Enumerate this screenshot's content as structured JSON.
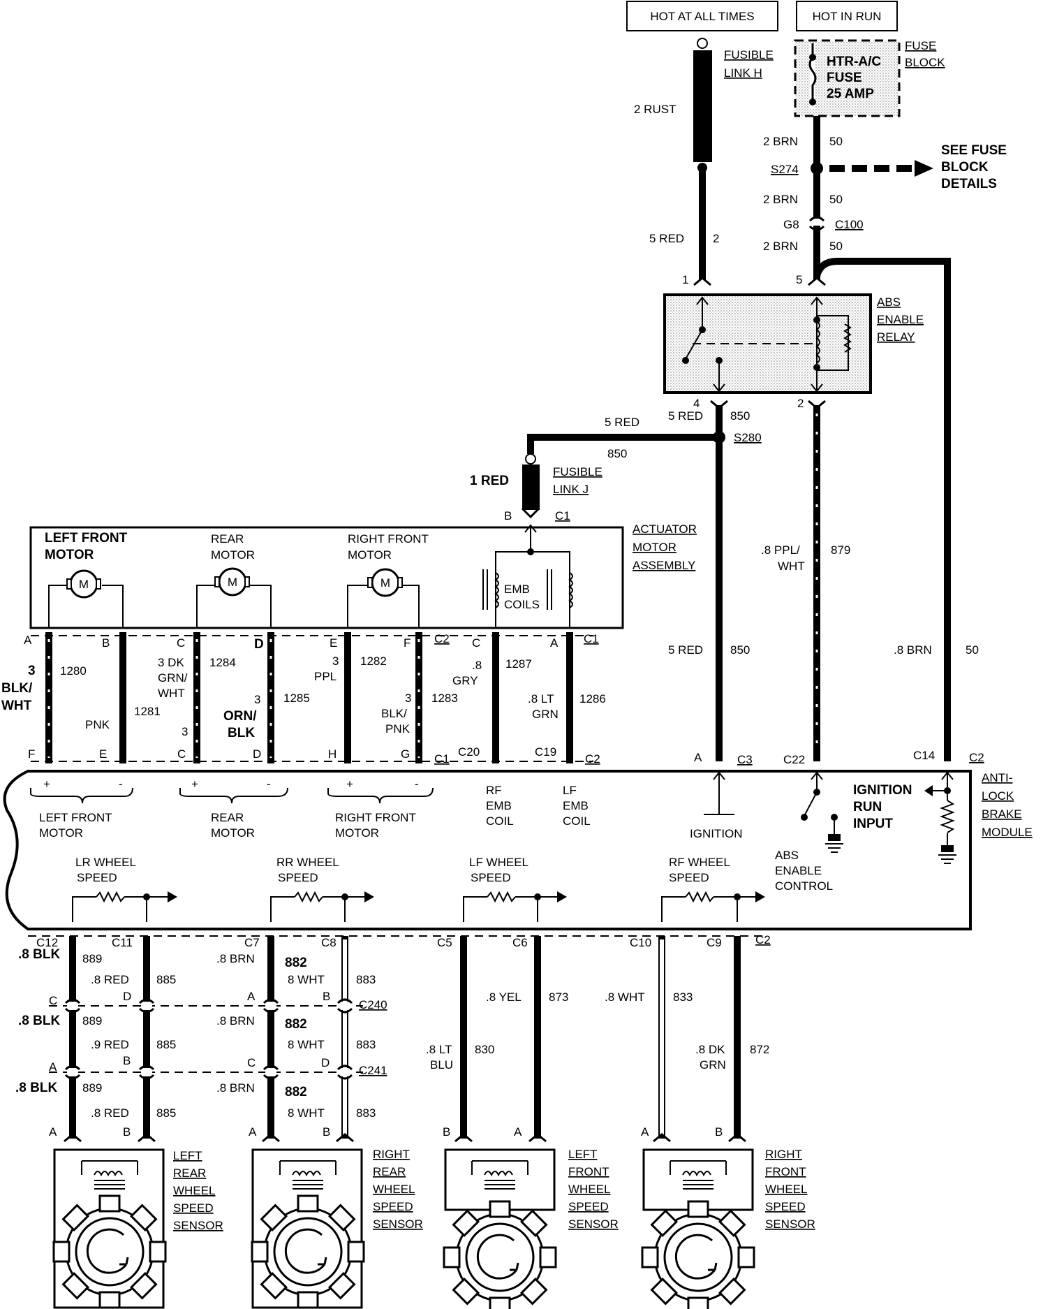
{
  "power": {
    "hot_at_all_times": "HOT AT ALL TIMES",
    "hot_in_run": "HOT IN RUN",
    "fusible_link_h": [
      "FUSIBLE",
      "LINK H"
    ],
    "fuse_block": [
      "FUSE",
      "BLOCK"
    ],
    "fuse": [
      "HTR-A/C",
      "FUSE",
      "25 AMP"
    ],
    "see_fuse_block": [
      "SEE FUSE",
      "BLOCK",
      "DETAILS"
    ],
    "s274": "S274",
    "g8": "G8",
    "c100": "C100",
    "rust": "2 RUST",
    "red5_2": "5 RED",
    "circ2": "2",
    "brn": "2 BRN",
    "circ50": "50"
  },
  "relay": {
    "label": [
      "ABS",
      "ENABLE",
      "RELAY"
    ],
    "pin1": "1",
    "pin5": "5",
    "pin4": "4",
    "pin2": "2"
  },
  "feed": {
    "red5": "5 RED",
    "circ850": "850",
    "s280": "S280",
    "red1": "1 RED",
    "fusible_link_j": [
      "FUSIBLE",
      "LINK J"
    ],
    "pin_b": "B",
    "c1": "C1",
    "ppl_wht": [
      ".8 PPL/",
      "WHT"
    ],
    "circ879": "879",
    "brn8": ".8 BRN"
  },
  "actuator": {
    "label": [
      "ACTUATOR",
      "MOTOR",
      "ASSEMBLY"
    ],
    "left_front": [
      "LEFT FRONT",
      "MOTOR"
    ],
    "rear": [
      "REAR",
      "MOTOR"
    ],
    "right_front": [
      "RIGHT FRONT",
      "MOTOR"
    ],
    "emb": [
      "EMB",
      "COILS"
    ],
    "motor_symbol": "M"
  },
  "motor_wires": {
    "pins_top": [
      "A",
      "B",
      "C",
      "D",
      "E",
      "F",
      "C",
      "A"
    ],
    "conn_top": [
      "C2",
      "C1"
    ],
    "pins_bottom": [
      "F",
      "E",
      "C",
      "D",
      "H",
      "G"
    ],
    "conn_bottom": [
      "C1",
      "C20",
      "C19",
      "C2"
    ],
    "blk_wht": [
      "3",
      "BLK/",
      "WHT"
    ],
    "c1280": "1280",
    "pnk": "PNK",
    "c1281": "1281",
    "dk_grn_wht": [
      "3 DK",
      "GRN/",
      "WHT"
    ],
    "n3": "3",
    "c1284": "1284",
    "orn_blk": [
      "ORN/",
      "BLK"
    ],
    "c1285": "1285",
    "ppl": [
      "3",
      "PPL"
    ],
    "c1282": "1282",
    "blk_pnk": [
      "3",
      "BLK/",
      "PNK"
    ],
    "c1283": "1283",
    "gry": [
      ".8",
      "GRY"
    ],
    "c1287": "1287",
    "lt_grn": [
      ".8 LT",
      "GRN"
    ],
    "c1286": "1286"
  },
  "module": {
    "label": [
      "ANTI-",
      "LOCK",
      "BRAKE",
      "MODULE"
    ],
    "pins": [
      "A",
      "C3",
      "C22",
      "C14",
      "C2"
    ],
    "left_front": [
      "LEFT FRONT",
      "MOTOR"
    ],
    "rear": [
      "REAR",
      "MOTOR"
    ],
    "right_front": [
      "RIGHT FRONT",
      "MOTOR"
    ],
    "rf_emb": [
      "RF",
      "EMB",
      "COIL"
    ],
    "lf_emb": [
      "LF",
      "EMB",
      "COIL"
    ],
    "ignition": "IGNITION",
    "ignition_run": [
      "IGNITION",
      "RUN",
      "INPUT"
    ],
    "abs_enable": [
      "ABS",
      "ENABLE",
      "CONTROL"
    ],
    "plus": "+",
    "minus": "-",
    "lr_speed": [
      "LR WHEEL",
      "SPEED"
    ],
    "rr_speed": [
      "RR WHEEL",
      "SPEED"
    ],
    "lf_speed": [
      "LF WHEEL",
      "SPEED"
    ],
    "rf_speed": [
      "RF WHEEL",
      "SPEED"
    ]
  },
  "sensor_wires": {
    "conn": [
      "C12",
      "C11",
      "C7",
      "C8",
      "C5",
      "C6",
      "C10",
      "C9",
      "C2"
    ],
    "blk": ".8 BLK",
    "red": ".8 RED",
    "red_b": ".9 RED",
    "brn": ".8 BRN",
    "brn_b": ".8 BRN",
    "wht": ".8 WHT",
    "wht_b": "8 WHT",
    "c889": "889",
    "c885": "885",
    "c882": "882",
    "c883": "883",
    "yel": ".8 YEL",
    "c873": "873",
    "wht8": ".8 WHT",
    "c833": "833",
    "lt_blu": [
      ".8 LT",
      "BLU"
    ],
    "c830": "830",
    "dk_grn": [
      ".8 DK",
      "GRN"
    ],
    "c872": "872",
    "c240": "C240",
    "c241": "C241",
    "pin_c": "C",
    "pin_d": "D",
    "pin_a": "A",
    "pin_b": "B"
  },
  "sensors": {
    "lr": [
      "LEFT",
      "REAR",
      "WHEEL",
      "SPEED",
      "SENSOR"
    ],
    "rr": [
      "RIGHT",
      "REAR",
      "WHEEL",
      "SPEED",
      "SENSOR"
    ],
    "lf": [
      "LEFT",
      "FRONT",
      "WHEEL",
      "SPEED",
      "SENSOR"
    ],
    "rf": [
      "RIGHT",
      "FRONT",
      "WHEEL",
      "SPEED",
      "SENSOR"
    ]
  }
}
